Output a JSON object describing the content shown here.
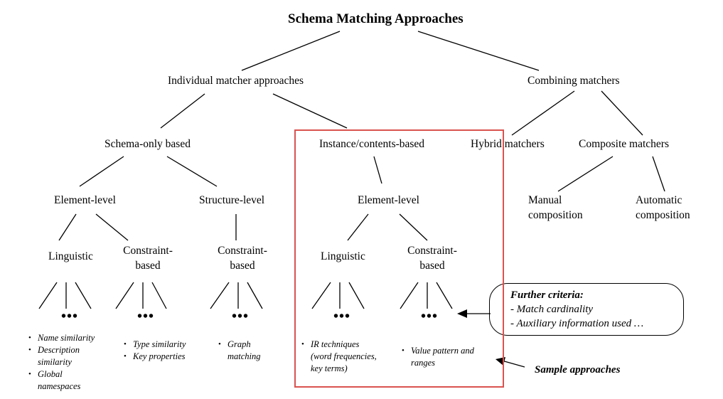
{
  "title": "Schema Matching Approaches",
  "nodes": {
    "individual": "Individual matcher approaches",
    "combining": "Combining matchers",
    "schema_only": "Schema-only based",
    "instance": "Instance/contents-based",
    "hybrid": "Hybrid matchers",
    "composite": "Composite matchers",
    "schema_element": "Element-level",
    "structure": "Structure-level",
    "instance_element": "Element-level",
    "manual": [
      "Manual",
      "composition"
    ],
    "automatic": [
      "Automatic",
      "composition"
    ],
    "schema_linguistic": "Linguistic",
    "schema_constraint": [
      "Constraint-",
      "based"
    ],
    "structure_constraint": [
      "Constraint-",
      "based"
    ],
    "instance_linguistic": "Linguistic",
    "instance_constraint": [
      "Constraint-",
      "based"
    ]
  },
  "ellipsis": "•••",
  "samples": {
    "schema_linguistic": [
      [
        "Name similarity"
      ],
      [
        "Description",
        "similarity"
      ],
      [
        "Global",
        "namespaces"
      ]
    ],
    "schema_constraint": [
      [
        "Type similarity"
      ],
      [
        "Key properties"
      ]
    ],
    "structure_constraint": [
      [
        "Graph",
        "matching"
      ]
    ],
    "instance_linguistic": [
      [
        "IR techniques",
        "(word frequencies,",
        "key terms)"
      ]
    ],
    "instance_constraint": [
      [
        "Value pattern and",
        "ranges"
      ]
    ]
  },
  "criteria": {
    "heading": "Further criteria:",
    "items": [
      "- Match cardinality",
      "- Auxiliary information used  …"
    ]
  },
  "sample_label": "Sample approaches",
  "colors": {
    "highlight_box": "#d9534f",
    "lines": "#000000"
  }
}
